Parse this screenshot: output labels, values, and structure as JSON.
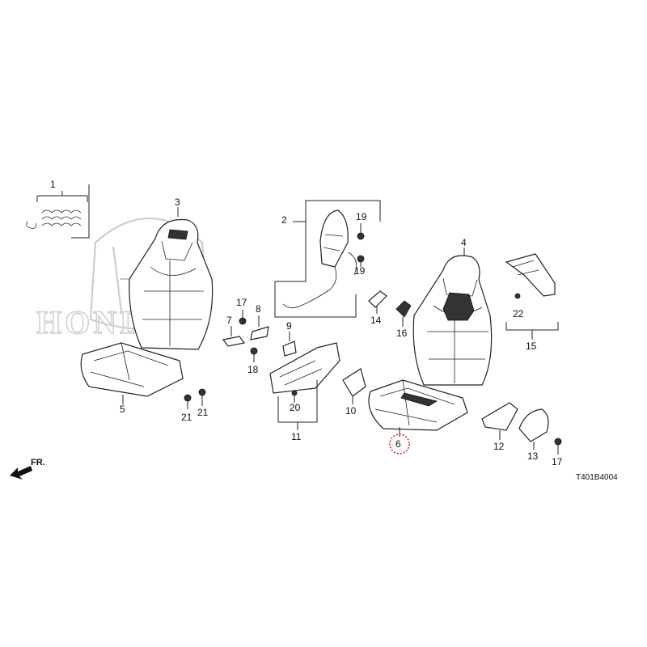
{
  "diagram_code": "T401B4004",
  "direction_label": "FR.",
  "watermark": "HONDA",
  "highlight_part": "6",
  "labels": {
    "p1": "1",
    "p2": "2",
    "p3": "3",
    "p4": "4",
    "p5": "5",
    "p6": "6",
    "p7": "7",
    "p8": "8",
    "p9": "9",
    "p10": "10",
    "p11": "11",
    "p12": "12",
    "p13": "13",
    "p14": "14",
    "p15": "15",
    "p16": "16",
    "p17a": "17",
    "p17b": "17",
    "p18": "18",
    "p19a": "19",
    "p19b": "19",
    "p20": "20",
    "p21a": "21",
    "p21b": "21",
    "p22": "22"
  },
  "colors": {
    "highlight": "#e0221c",
    "line": "#222222",
    "watermark": "#c9c9c9"
  }
}
